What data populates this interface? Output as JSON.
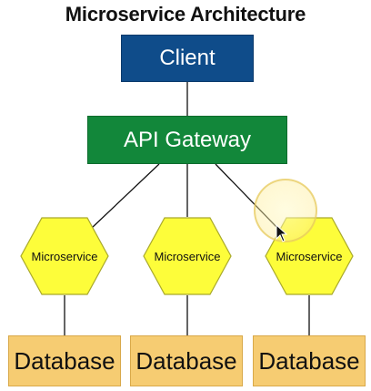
{
  "title": "Microservice Architecture",
  "client": {
    "label": "Client"
  },
  "gateway": {
    "label": "API Gateway"
  },
  "microservices": [
    {
      "label": "Microservice"
    },
    {
      "label": "Microservice"
    },
    {
      "label": "Microservice"
    }
  ],
  "databases": [
    {
      "label": "Database"
    },
    {
      "label": "Database"
    },
    {
      "label": "Database"
    }
  ],
  "colors": {
    "client": "#0f4c8a",
    "gateway": "#12873a",
    "microservice": "#fdfd3a",
    "database": "#f6cc72",
    "highlight": "#f3e6a0"
  }
}
